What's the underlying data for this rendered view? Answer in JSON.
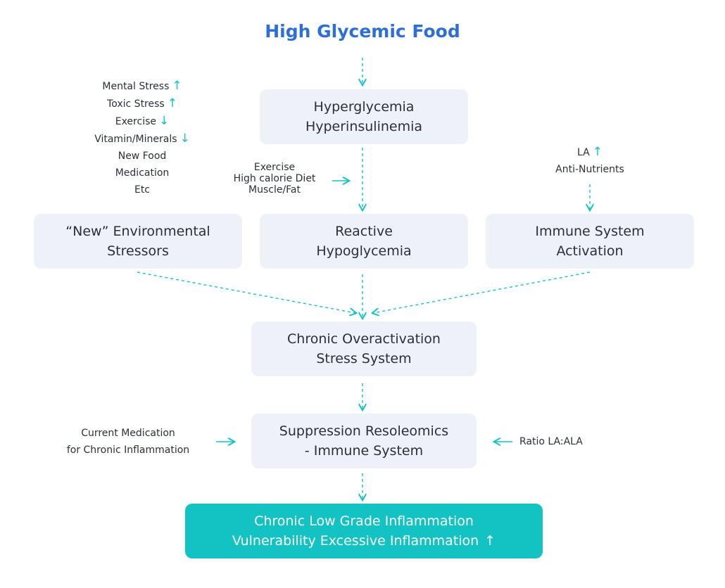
{
  "title": "High Glycemic Food",
  "colors": {
    "title": "#2d6fd6",
    "accent": "#13c3c3",
    "box": "#eef1f8"
  },
  "boxes": {
    "hyper": [
      "Hyperglycemia",
      "Hyperinsulinemia"
    ],
    "environmental": [
      "“New” Environmental",
      "Stressors"
    ],
    "reactive": [
      "Reactive",
      "Hypoglycemia"
    ],
    "immune": [
      "Immune System",
      "Activation"
    ],
    "chronic_overactivation": [
      "Chronic Overactivation",
      "Stress System"
    ],
    "suppression": [
      "Suppression Resoleomics",
      "- Immune System"
    ],
    "final": [
      "Chronic Low Grade Inflammation",
      "Vulnerability Excessive Inflammation"
    ]
  },
  "stress_list": [
    {
      "label": "Mental Stress",
      "arrow": "↑"
    },
    {
      "label": "Toxic Stress",
      "arrow": "↑"
    },
    {
      "label": "Exercise",
      "arrow": "↓"
    },
    {
      "label": "Vitamin/Minerals",
      "arrow": "↓"
    },
    {
      "label": "New Food",
      "arrow": ""
    },
    {
      "label": "Medication",
      "arrow": ""
    },
    {
      "label": "Etc",
      "arrow": ""
    }
  ],
  "exercise_note": [
    "Exercise",
    "High calorie Diet",
    "Muscle/Fat"
  ],
  "la_note": {
    "la": "LA",
    "la_arrow": "↑",
    "anti": "Anti-Nutrients"
  },
  "medication_note": [
    "Current Medication",
    "for Chronic Inflammation"
  ],
  "ratio_note": "Ratio LA:ALA",
  "final_arrow": "↑"
}
